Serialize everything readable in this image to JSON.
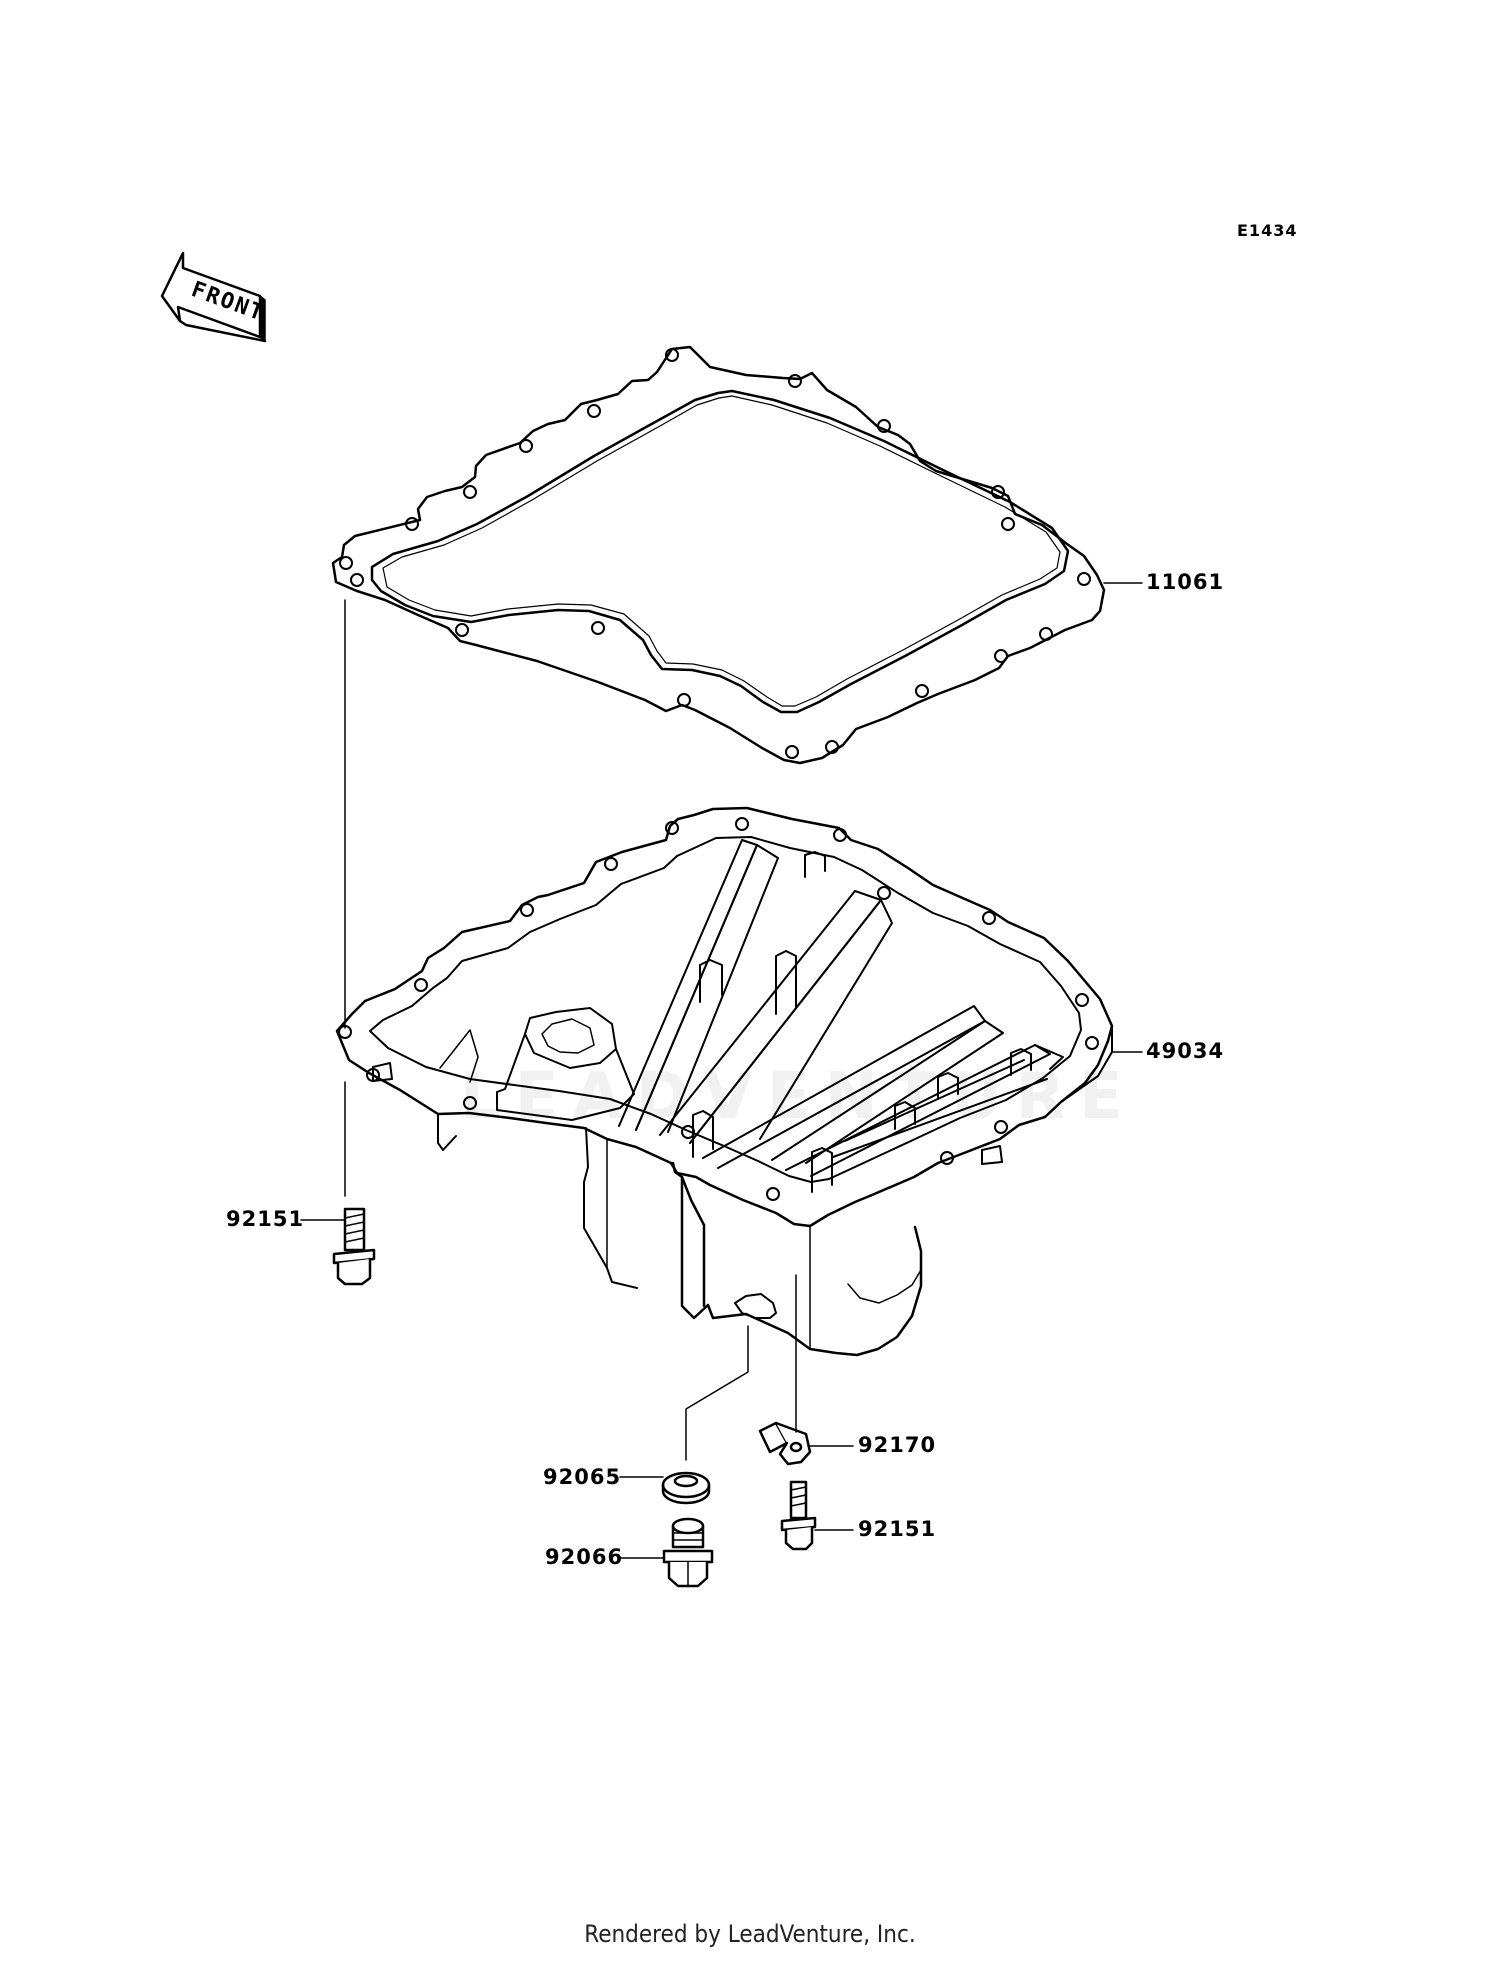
{
  "diagram_code": "E1434",
  "front_arrow_label": "FRONT",
  "watermark": "LEADVENTURE",
  "footer": "Rendered by LeadVenture, Inc.",
  "parts": {
    "gasket": "11061",
    "oil_pan": "49034",
    "bolt_left": "92151",
    "clamp": "92170",
    "washer": "92065",
    "bolt_right": "92151",
    "drain_plug": "92066"
  }
}
